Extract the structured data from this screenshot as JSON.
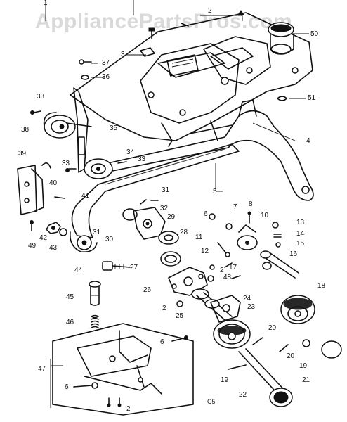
{
  "watermark": "AppliancePartsPros.com",
  "footer_code": "C5",
  "callouts": {
    "c1": "1",
    "c2": "2",
    "c3": "3",
    "c4": "4",
    "c5": "5",
    "c6": "6",
    "c7": "7",
    "c8": "8",
    "c10": "10",
    "c11": "11",
    "c12": "12",
    "c13": "13",
    "c14": "14",
    "c15": "15",
    "c16": "16",
    "c17": "17",
    "c18": "18",
    "c19": "19",
    "c20": "20",
    "c21": "21",
    "c22": "22",
    "c23": "23",
    "c24": "24",
    "c25": "25",
    "c26": "26",
    "c27": "27",
    "c28": "28",
    "c29": "29",
    "c30": "30",
    "c31": "31",
    "c32": "32",
    "c33": "33",
    "c34": "34",
    "c35": "35",
    "c36": "36",
    "c37": "37",
    "c38": "38",
    "c39": "39",
    "c40": "40",
    "c41": "41",
    "c42": "42",
    "c43": "43",
    "c44": "44",
    "c45": "45",
    "c46": "46",
    "c47": "47",
    "c48": "48",
    "c49": "49",
    "c50": "50",
    "c51": "51"
  }
}
